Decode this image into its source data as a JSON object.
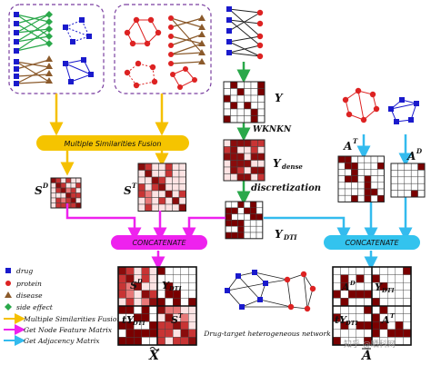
{
  "labels": {
    "fusion": "Multiple Similarities Fusion",
    "concat_left": "CONCATENATE",
    "concat_right": "CONCATENATE",
    "wknkn": "WKNKN",
    "discretization": "discretization",
    "network": "Drug-target heterogeneous network",
    "y": "Y",
    "y_dense": "Y",
    "y_dense_sub": "dense",
    "y_dti": "Y",
    "y_dti_sub": "DTI",
    "s_d": "S",
    "s_d_sup": "D",
    "s_t": "S",
    "s_t_sup": "T",
    "a_t": "A",
    "a_t_sup": "T",
    "a_d": "A",
    "a_d_sup": "D",
    "x_tilde": "X",
    "a_tilde": "A",
    "x_q1": "S",
    "x_q1_sup": "D",
    "x_q2": "Y",
    "x_q2_sub": "DTI",
    "x_q3": "tY",
    "x_q3_sub": "DTI",
    "x_q4": "S",
    "x_q4_sup": "T",
    "a_q1": "A",
    "a_q1_sup": "D",
    "a_q2": "Y",
    "a_q2_sub": "DTI",
    "a_q3": "tY",
    "a_q3_sub": "DTI",
    "a_q4": "A",
    "a_q4_sup": "T",
    "watermark": "知乎 @晒科网"
  },
  "legend": [
    {
      "symbol": "drug",
      "label": "drug",
      "color": "#1a1acc"
    },
    {
      "symbol": "protein",
      "label": "protein",
      "color": "#dd2222"
    },
    {
      "symbol": "disease",
      "label": "disease",
      "color": "#8b5a2b"
    },
    {
      "symbol": "side-effect",
      "label": "side effect",
      "color": "#2aa84a"
    },
    {
      "symbol": "arrow",
      "label": "Multiple Similarities Fusion",
      "color": "#f5c000"
    },
    {
      "symbol": "arrow",
      "label": "Get Node Feature Matrix",
      "color": "#ee22ee"
    },
    {
      "symbol": "arrow",
      "label": "Get Adjacency Matrix",
      "color": "#33bbee"
    }
  ],
  "colors": {
    "fusion_pill": "#f5c400",
    "concat_left_pill": "#ee22ee",
    "concat_right_pill": "#33c3ee",
    "dark_red": "#7a0000",
    "green_arrow": "#2aa84a"
  }
}
